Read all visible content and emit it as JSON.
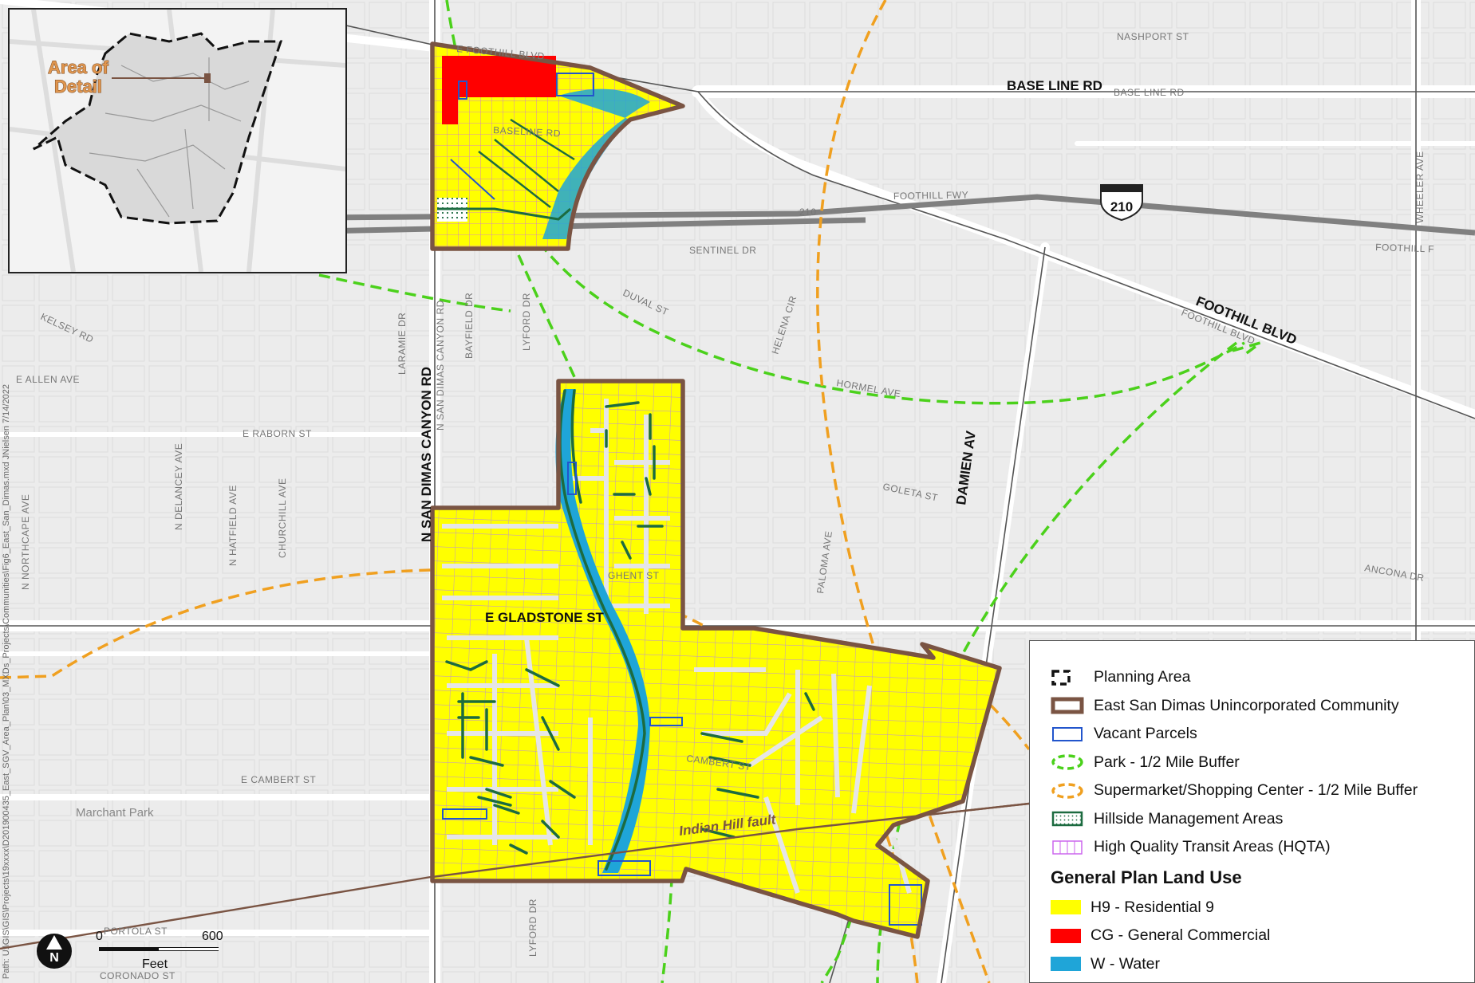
{
  "inset": {
    "label_line1": "Area of",
    "label_line2": "Detail"
  },
  "streets": {
    "base_line_rd": "BASE LINE RD",
    "base_line_rd_small": "BASE LINE RD",
    "baseline_rd": "BASELINE RD",
    "e_foothill_blvd": "E FOOTHILL BLVD",
    "nashport_st": "NASHPORT ST",
    "foothill_fwy": "FOOTHILL FWY",
    "i210_shield": "210",
    "fwy_210_small": "210",
    "foothill_right": "FOOTHILL F",
    "foothill_blvd": "FOOTHILL BLVD",
    "foothill_blvd_small": "FOOTHILL BLVD",
    "sentinel_dr": "SENTINEL DR",
    "duval_st": "DUVAL ST",
    "helena_cir": "HELENA CIR",
    "hormel_ave": "HORMEL AVE",
    "kelsey_rd": "KELSEY RD",
    "e_allen_ave": "E ALLEN AVE",
    "laramie_dr": "LARAMIE DR",
    "n_san_dimas_canyon_rd": "N SAN DIMAS CANYON RD",
    "n_san_dimas_canyon_small": "N SAN DIMAS CANYON RD",
    "bayfield_dr": "BAYFIELD DR",
    "lyford_dr": "LYFORD DR",
    "e_raborn_st": "E RABORN ST",
    "n_delancey_ave": "N DELANCEY AVE",
    "n_hatfield_ave": "N HATFIELD AVE",
    "churchill_ave": "CHURCHILL AVE",
    "n_northcape_ave": "N NORTHCAPE AVE",
    "damien_av": "DAMIEN AV",
    "goleta_st": "GOLETA ST",
    "ancona_dr": "ANCONA DR",
    "ghent_st": "GHENT ST",
    "e_gladstone_st": "E GLADSTONE ST",
    "paloma_ave": "PALOMA AVE",
    "e_cambert_st": "E CAMBERT ST",
    "cambert_st": "CAMBERT ST",
    "marchant_park": "Marchant Park",
    "indian_hill_fault": "Indian Hill fault",
    "portola_st": "PORTOLA ST",
    "coronado_st": "CORONADO ST",
    "lyford_dr_s": "LYFORD DR",
    "wheeler_ave": "WHEELER AVE"
  },
  "scale": {
    "start": "0",
    "end": "600",
    "unit": "Feet"
  },
  "north_arrow": "N",
  "side_note": "Path: U:\\GIS\\GIS\\Projects\\19xxxx\\D201900435_East_SGV_Area_Plan\\03_MXDs_Projects\\Communities\\Fig6_East_San_Dimas.mxd  JNielsen  7/14/2022",
  "legend": {
    "items": [
      {
        "label": "Planning Area"
      },
      {
        "label": "East San Dimas Unincorporated Community"
      },
      {
        "label": "Vacant Parcels"
      },
      {
        "label": "Park - 1/2 Mile Buffer"
      },
      {
        "label": "Supermarket/Shopping Center - 1/2 Mile Buffer"
      },
      {
        "label": "Hillside Management Areas"
      },
      {
        "label": "High Quality Transit Areas (HQTA)"
      }
    ],
    "heading": "General Plan Land Use",
    "landuse": [
      {
        "label": "H9 - Residential 9",
        "color": "#ffff00"
      },
      {
        "label": "CG - General Commercial",
        "color": "#ff0000"
      },
      {
        "label": "W - Water",
        "color": "#1fa5d8"
      }
    ]
  },
  "colors": {
    "community_outline": "#7a5443",
    "park_buffer": "#4bd11b",
    "supermarket_buffer": "#f0a020",
    "hqta": "#cc66ee",
    "vacant": "#2255cc",
    "hillside": "#1c6b40",
    "freeway": "#808080"
  }
}
